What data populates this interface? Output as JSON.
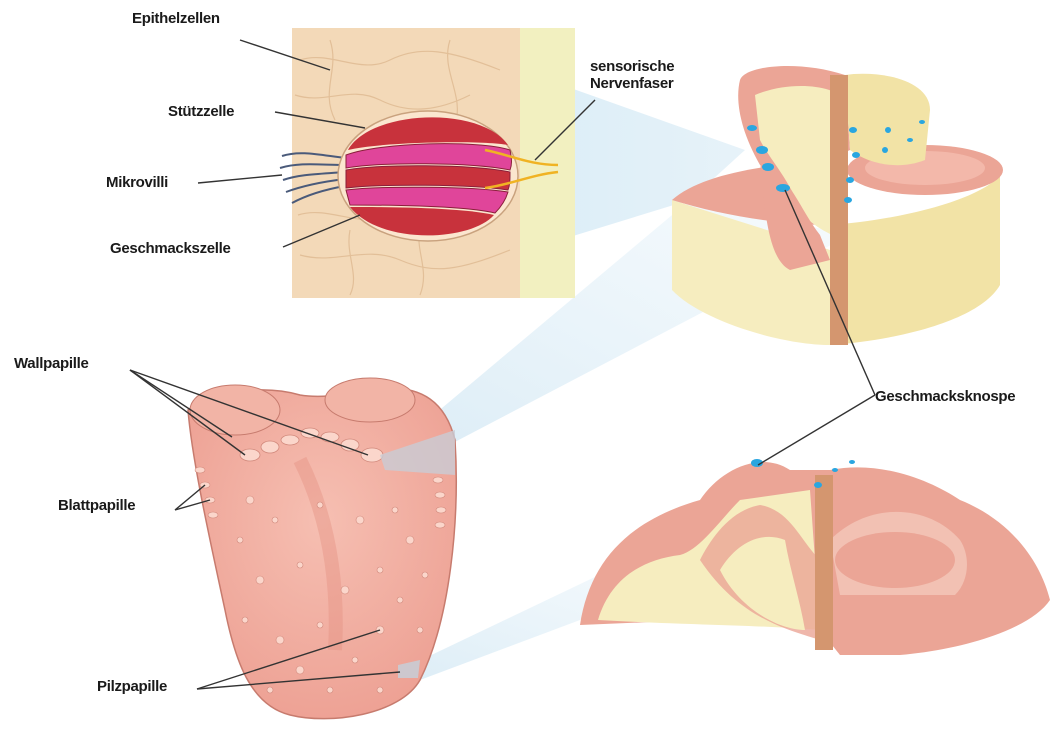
{
  "diagram": {
    "labels": {
      "epithelzellen": "Epithelzellen",
      "stuetzzelle": "Stützzelle",
      "mikrovilli": "Mikrovilli",
      "geschmackszelle": "Geschmackszelle",
      "nervenfaser_line1": "sensorische",
      "nervenfaser_line2": "Nervenfaser",
      "wallpapille": "Wallpapille",
      "blattpapille": "Blattpapille",
      "pilzpapille": "Pilzpapille",
      "geschmacksknospe": "Geschmacksknospe"
    },
    "colors": {
      "epithelium": "#f3d9b8",
      "nerve_band": "#f2f0c0",
      "cell_red": "#c8323c",
      "cell_magenta": "#e0459a",
      "tongue_pink": "#f2a99c",
      "tongue_light": "#f8c9bd",
      "tissue_cream": "#f6edbf",
      "taste_bud_blue": "#2aa6e0",
      "nerve_yellow": "#f0b323",
      "projection_blue": "#cfe6f3"
    }
  }
}
